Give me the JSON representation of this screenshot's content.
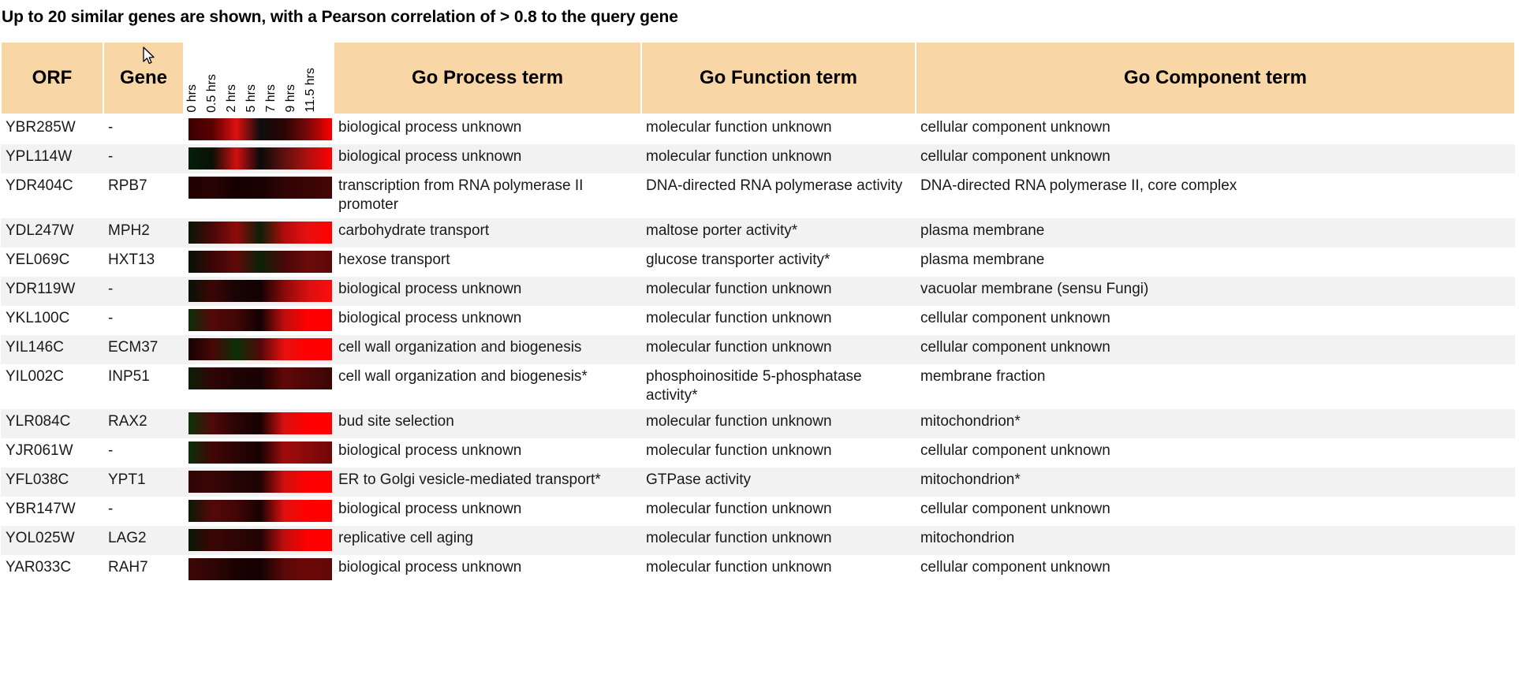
{
  "caption": "Up to 20 similar genes are shown, with a Pearson correlation of > 0.8 to the query gene",
  "colors": {
    "header_background": "#f9d6a6",
    "orf_link": "#3333cc",
    "alt_row": "#f2f2f2",
    "row": "#ffffff",
    "heat_high": "#ff0000",
    "heat_low": "#006600",
    "heat_mid": "#000000"
  },
  "table": {
    "headers": {
      "orf": "ORF",
      "gene": "Gene",
      "expression": "",
      "go_process": "Go Process term",
      "go_function": "Go Function term",
      "go_component": "Go Component term"
    },
    "time_labels": [
      "0 hrs",
      "0.5 hrs",
      "2 hrs",
      "5 hrs",
      "7 hrs",
      "9 hrs",
      "11.5 hrs"
    ],
    "rows": [
      {
        "orf": "YBR285W",
        "gene": "-",
        "go_process": "biological process unknown",
        "go_function": "molecular function unknown",
        "go_component": "cellular component unknown",
        "expression": [
          "#3a0000",
          "#5a0000",
          "#e01010",
          "#0d0d0d",
          "#2a0505",
          "#7a0808",
          "#ff0000"
        ]
      },
      {
        "orf": "YPL114W",
        "gene": "-",
        "go_process": "biological process unknown",
        "go_function": "molecular function unknown",
        "go_component": "cellular component unknown",
        "expression": [
          "#04200a",
          "#0a1005",
          "#d01010",
          "#0a0a0a",
          "#601010",
          "#b01010",
          "#ff0000"
        ]
      },
      {
        "orf": "YDR404C",
        "gene": "RPB7",
        "go_process": "transcription from RNA polymerase II promoter",
        "go_function": "DNA-directed RNA polymerase activity",
        "go_component": "DNA-directed RNA polymerase II, core complex",
        "expression": [
          "#200000",
          "#2a0404",
          "#150000",
          "#1a0202",
          "#300404",
          "#3a0505",
          "#440606"
        ]
      },
      {
        "orf": "YDL247W",
        "gene": "MPH2",
        "go_process": "carbohydrate transport",
        "go_function": "maltose porter activity*",
        "go_component": "plasma membrane",
        "expression": [
          "#081505",
          "#480808",
          "#900a0a",
          "#0c2008",
          "#b00c0c",
          "#e81010",
          "#ff0000"
        ]
      },
      {
        "orf": "YEL069C",
        "gene": "HXT13",
        "go_process": "hexose transport",
        "go_function": "glucose transporter activity*",
        "go_component": "plasma membrane",
        "expression": [
          "#061206",
          "#3a0606",
          "#600808",
          "#0a2208",
          "#4a0808",
          "#6a0a0a",
          "#5e0808"
        ]
      },
      {
        "orf": "YDR119W",
        "gene": "-",
        "go_process": "biological process unknown",
        "go_function": "molecular function unknown",
        "go_component": "vacuolar membrane (sensu Fungi)",
        "expression": [
          "#061206",
          "#3c0606",
          "#180404",
          "#120202",
          "#8a0a0a",
          "#d81010",
          "#ff0c0c"
        ]
      },
      {
        "orf": "YKL100C",
        "gene": "-",
        "go_process": "biological process unknown",
        "go_function": "molecular function unknown",
        "go_component": "cellular component unknown",
        "expression": [
          "#0a3008",
          "#540808",
          "#420606",
          "#120202",
          "#c00e0e",
          "#ff0000",
          "#ff0000"
        ]
      },
      {
        "orf": "YIL146C",
        "gene": "ECM37",
        "go_process": "cell wall organization and biogenesis",
        "go_function": "molecular function unknown",
        "go_component": "cellular component unknown",
        "expression": [
          "#140202",
          "#4a0606",
          "#0c3008",
          "#500808",
          "#e81010",
          "#ff0000",
          "#ff0000"
        ]
      },
      {
        "orf": "YIL002C",
        "gene": "INP51",
        "go_process": "cell wall organization and biogenesis*",
        "go_function": "phosphoinositide 5-phosphatase activity*",
        "go_component": "membrane fraction",
        "expression": [
          "#082008",
          "#300505",
          "#200303",
          "#1a0202",
          "#600808",
          "#4e0606",
          "#3c0505"
        ]
      },
      {
        "orf": "YLR084C",
        "gene": "RAX2",
        "go_process": "bud site selection",
        "go_function": "molecular function unknown",
        "go_component": "mitochondrion*",
        "expression": [
          "#0a3408",
          "#500808",
          "#2a0404",
          "#160202",
          "#d81010",
          "#ff0000",
          "#ff0000"
        ]
      },
      {
        "orf": "YJR061W",
        "gene": "-",
        "go_process": "biological process unknown",
        "go_function": "molecular function unknown",
        "go_component": "cellular component unknown",
        "expression": [
          "#0a3008",
          "#420606",
          "#2a0404",
          "#180202",
          "#a00c0c",
          "#8a0a0a",
          "#700808"
        ]
      },
      {
        "orf": "YFL038C",
        "gene": "YPT1",
        "go_process": "ER to Golgi vesicle-mediated transport*",
        "go_function": "GTPase activity",
        "go_component": "mitochondrion*",
        "expression": [
          "#300505",
          "#3a0505",
          "#260404",
          "#1e0303",
          "#d01010",
          "#ff0000",
          "#ff0000"
        ]
      },
      {
        "orf": "YBR147W",
        "gene": "-",
        "go_process": "biological process unknown",
        "go_function": "molecular function unknown",
        "go_component": "cellular component unknown",
        "expression": [
          "#0a1a06",
          "#560808",
          "#420606",
          "#180202",
          "#e01010",
          "#ff0000",
          "#ff0000"
        ]
      },
      {
        "orf": "YOL025W",
        "gene": "LAG2",
        "go_process": "replicative cell aging",
        "go_function": "molecular function unknown",
        "go_component": "mitochondrion",
        "expression": [
          "#081806",
          "#3a0505",
          "#2e0404",
          "#200303",
          "#c00e0e",
          "#ff0000",
          "#ff0000"
        ]
      },
      {
        "orf": "YAR033C",
        "gene": "RAH7",
        "go_process": "biological process unknown",
        "go_function": "molecular function unknown",
        "go_component": "cellular component unknown",
        "expression": [
          "#400606",
          "#300505",
          "#1a0202",
          "#140202",
          "#5a0808",
          "#6e0808",
          "#620808"
        ]
      }
    ]
  }
}
